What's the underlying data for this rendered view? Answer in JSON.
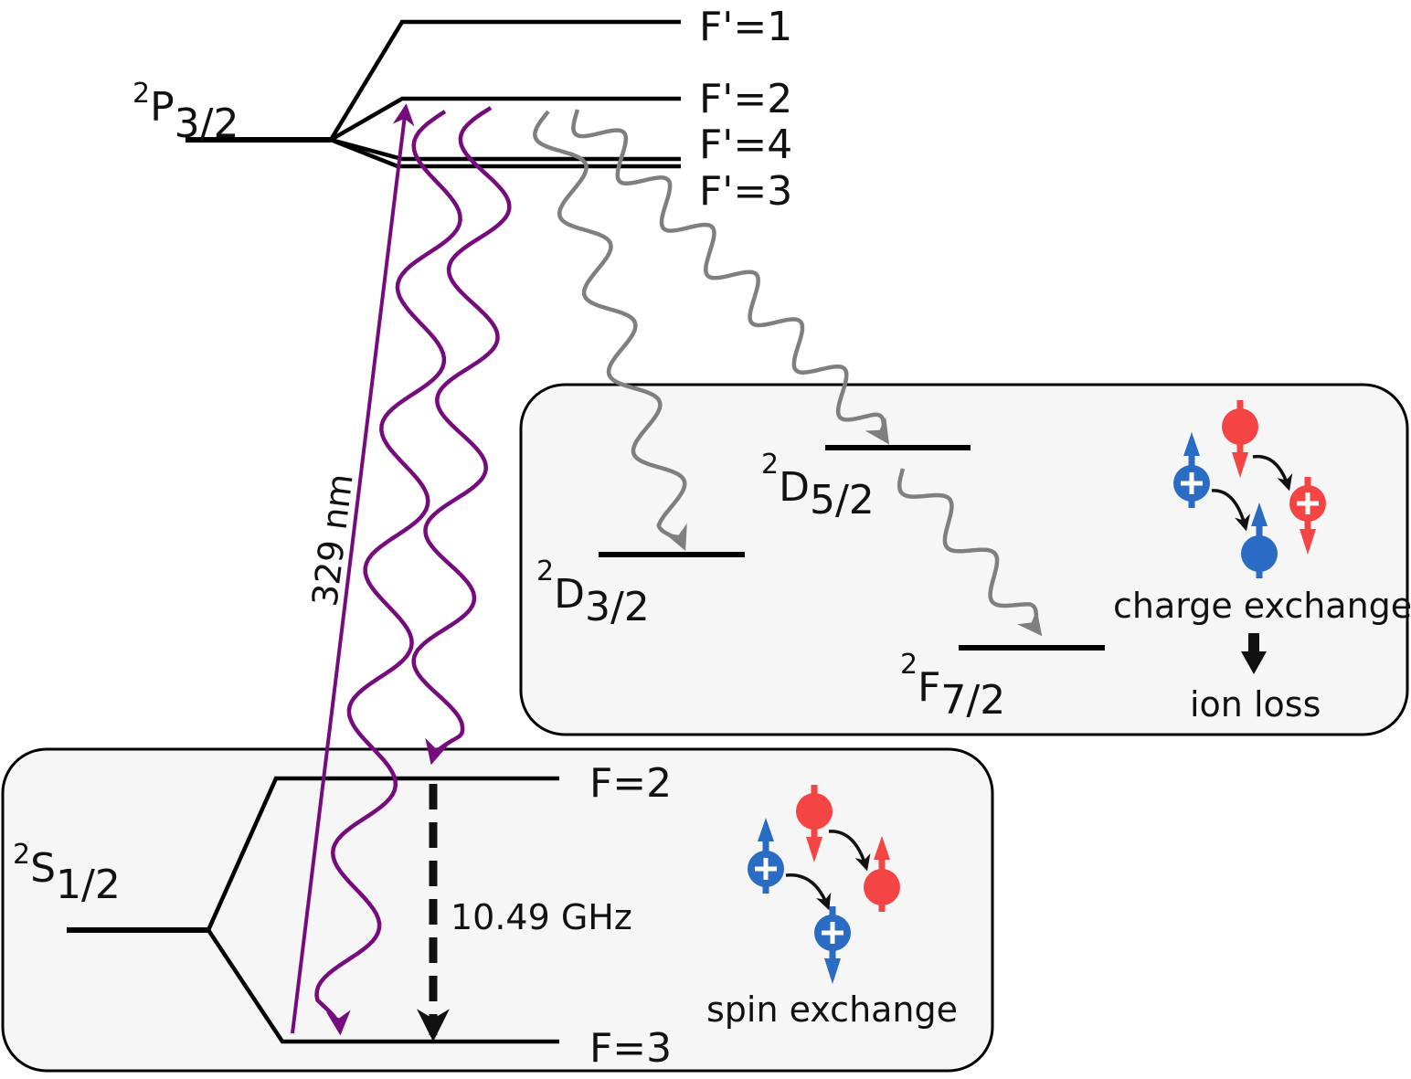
{
  "title": "Energy level diagram with spin exchange and charge exchange",
  "colors": {
    "level_line": "#000000",
    "laser_purple": "#760b7e",
    "decay_purple": "#760b7e",
    "decay_gray": "#7f7f7f",
    "box_fill": "#f6f6f6",
    "box_stroke": "#000000",
    "ion_blue": "#2a6cc3",
    "ion_red": "#f54444",
    "plus_sign": "#ffffff"
  },
  "levels": {
    "p32": {
      "term_sup": "2",
      "term_letter": "P",
      "term_sub": "3/2",
      "hyperfine": [
        {
          "label": "F'=1"
        },
        {
          "label": "F'=2"
        },
        {
          "label": "F'=4"
        },
        {
          "label": "F'=3"
        }
      ]
    },
    "s12": {
      "term_sup": "2",
      "term_letter": "S",
      "term_sub": "1/2",
      "hyperfine": [
        {
          "label": "F=2"
        },
        {
          "label": "F=3"
        }
      ]
    },
    "d32": {
      "term_sup": "2",
      "term_letter": "D",
      "term_sub": "3/2"
    },
    "d52": {
      "term_sup": "2",
      "term_letter": "D",
      "term_sub": "5/2"
    },
    "f72": {
      "term_sup": "2",
      "term_letter": "F",
      "term_sub": "7/2"
    }
  },
  "transitions": {
    "laser_label": "329 nm",
    "hyperfine_splitting_label": "10.49 GHz"
  },
  "boxes": {
    "ground": {
      "process_label": "spin exchange"
    },
    "metastable": {
      "process_label": "charge exchange",
      "result_label": "ion loss"
    }
  }
}
